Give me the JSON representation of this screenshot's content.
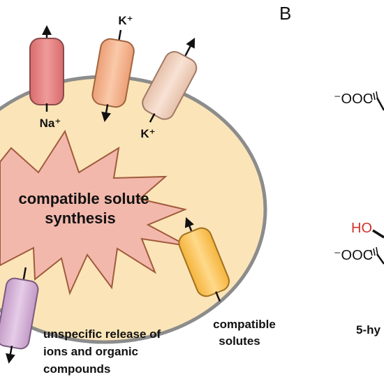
{
  "panel_label": "B",
  "burst": {
    "line1": "compatible solute",
    "line2": "synthesis"
  },
  "channels": {
    "na_label": "Na⁺",
    "k_top_label": "K⁺",
    "k_bottom_label": "K⁺"
  },
  "compatible_solutes_label": {
    "line1": "compatible",
    "line2": "solutes"
  },
  "release_label": {
    "line1": "unspecific release of",
    "line2": "ions and organic",
    "line3": "compounds"
  },
  "chemistry": {
    "carboxylate_top": "⁻OOC",
    "hydroxyl": "HO",
    "carboxylate_bottom": "⁻OOC",
    "compound_name_partial": "5-hy"
  },
  "colors": {
    "cell_fill": "#fbe5b8",
    "cell_border": "#8c8c8c",
    "burst_fill": "#f3b8ac",
    "burst_stroke": "#a05a3c",
    "na_channel": "#e88383",
    "k_channel_top": "#f6b38d",
    "k_channel_bottom": "#f2d3c0",
    "compatible_channel": "#fcc760",
    "release_channel": "#d4b0d6",
    "hydroxyl_red": "#d0322a"
  }
}
